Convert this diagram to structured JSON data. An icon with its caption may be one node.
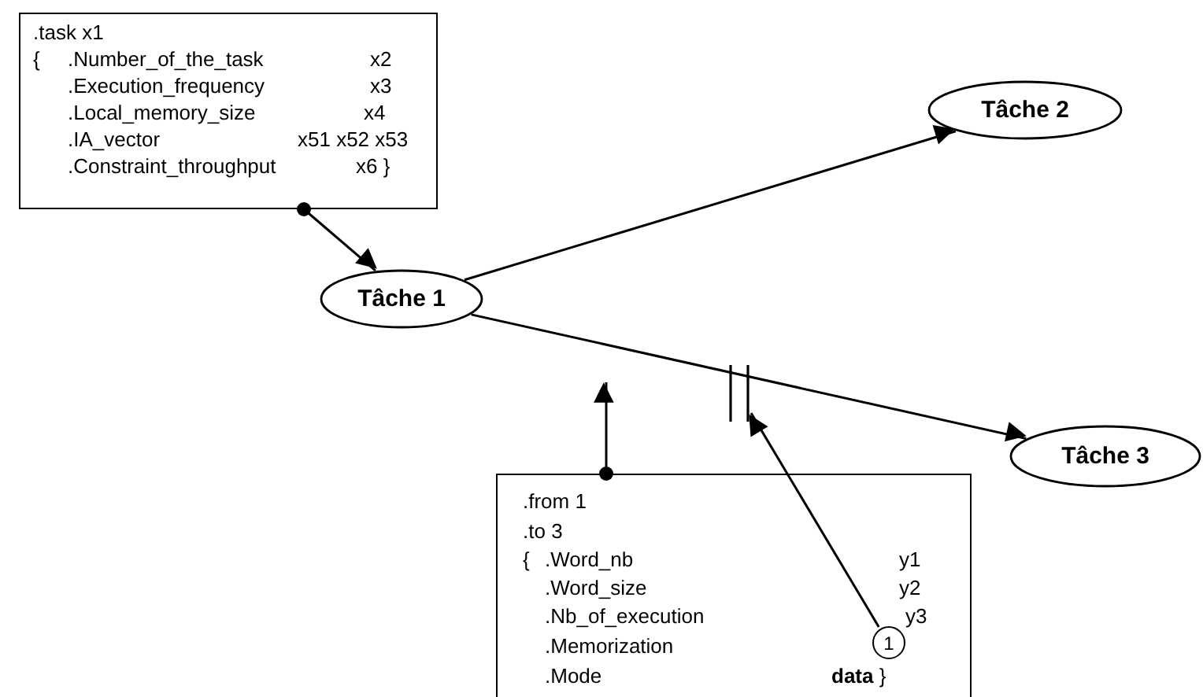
{
  "diagram": {
    "nodes": [
      {
        "text": [
          ".task  x1",
          "{",
          ".Number_of_the_task",
          "x2",
          ".Execution_frequency",
          "x3",
          ".Local_memory_size",
          "x4",
          ".IA_vector",
          "x51  x52  x53",
          ".Constraint_throughput",
          "x6 }"
        ]
      },
      {
        "text": [
          "Tâche 1"
        ]
      },
      {
        "text": [
          "Tâche 2"
        ]
      },
      {
        "text": [
          "Tâche 3"
        ]
      },
      {
        "text": [
          ".from 1",
          ".to 3",
          "{",
          ".Word_nb",
          "y1",
          ".Word_size",
          "y2",
          ".Nb_of_execution",
          "y3",
          ".Memorization",
          ".Mode",
          "**data** }"
        ]
      },
      {
        "text": [
          "1"
        ],
        "in": 4
      },
      {
        "text": [],
        "shape": "bar"
      }
    ],
    "edges": [
      {
        "from": 0,
        "to": 1,
        "arrow": "to"
      },
      {
        "from": 4,
        "to": null,
        "arrow": "to"
      },
      {
        "from": 1,
        "to": 2,
        "arrow": "to"
      },
      {
        "from": 1,
        "to": 3,
        "arrow": "to"
      },
      {
        "from": 5,
        "to": 6,
        "arrow": "to"
      }
    ]
  }
}
